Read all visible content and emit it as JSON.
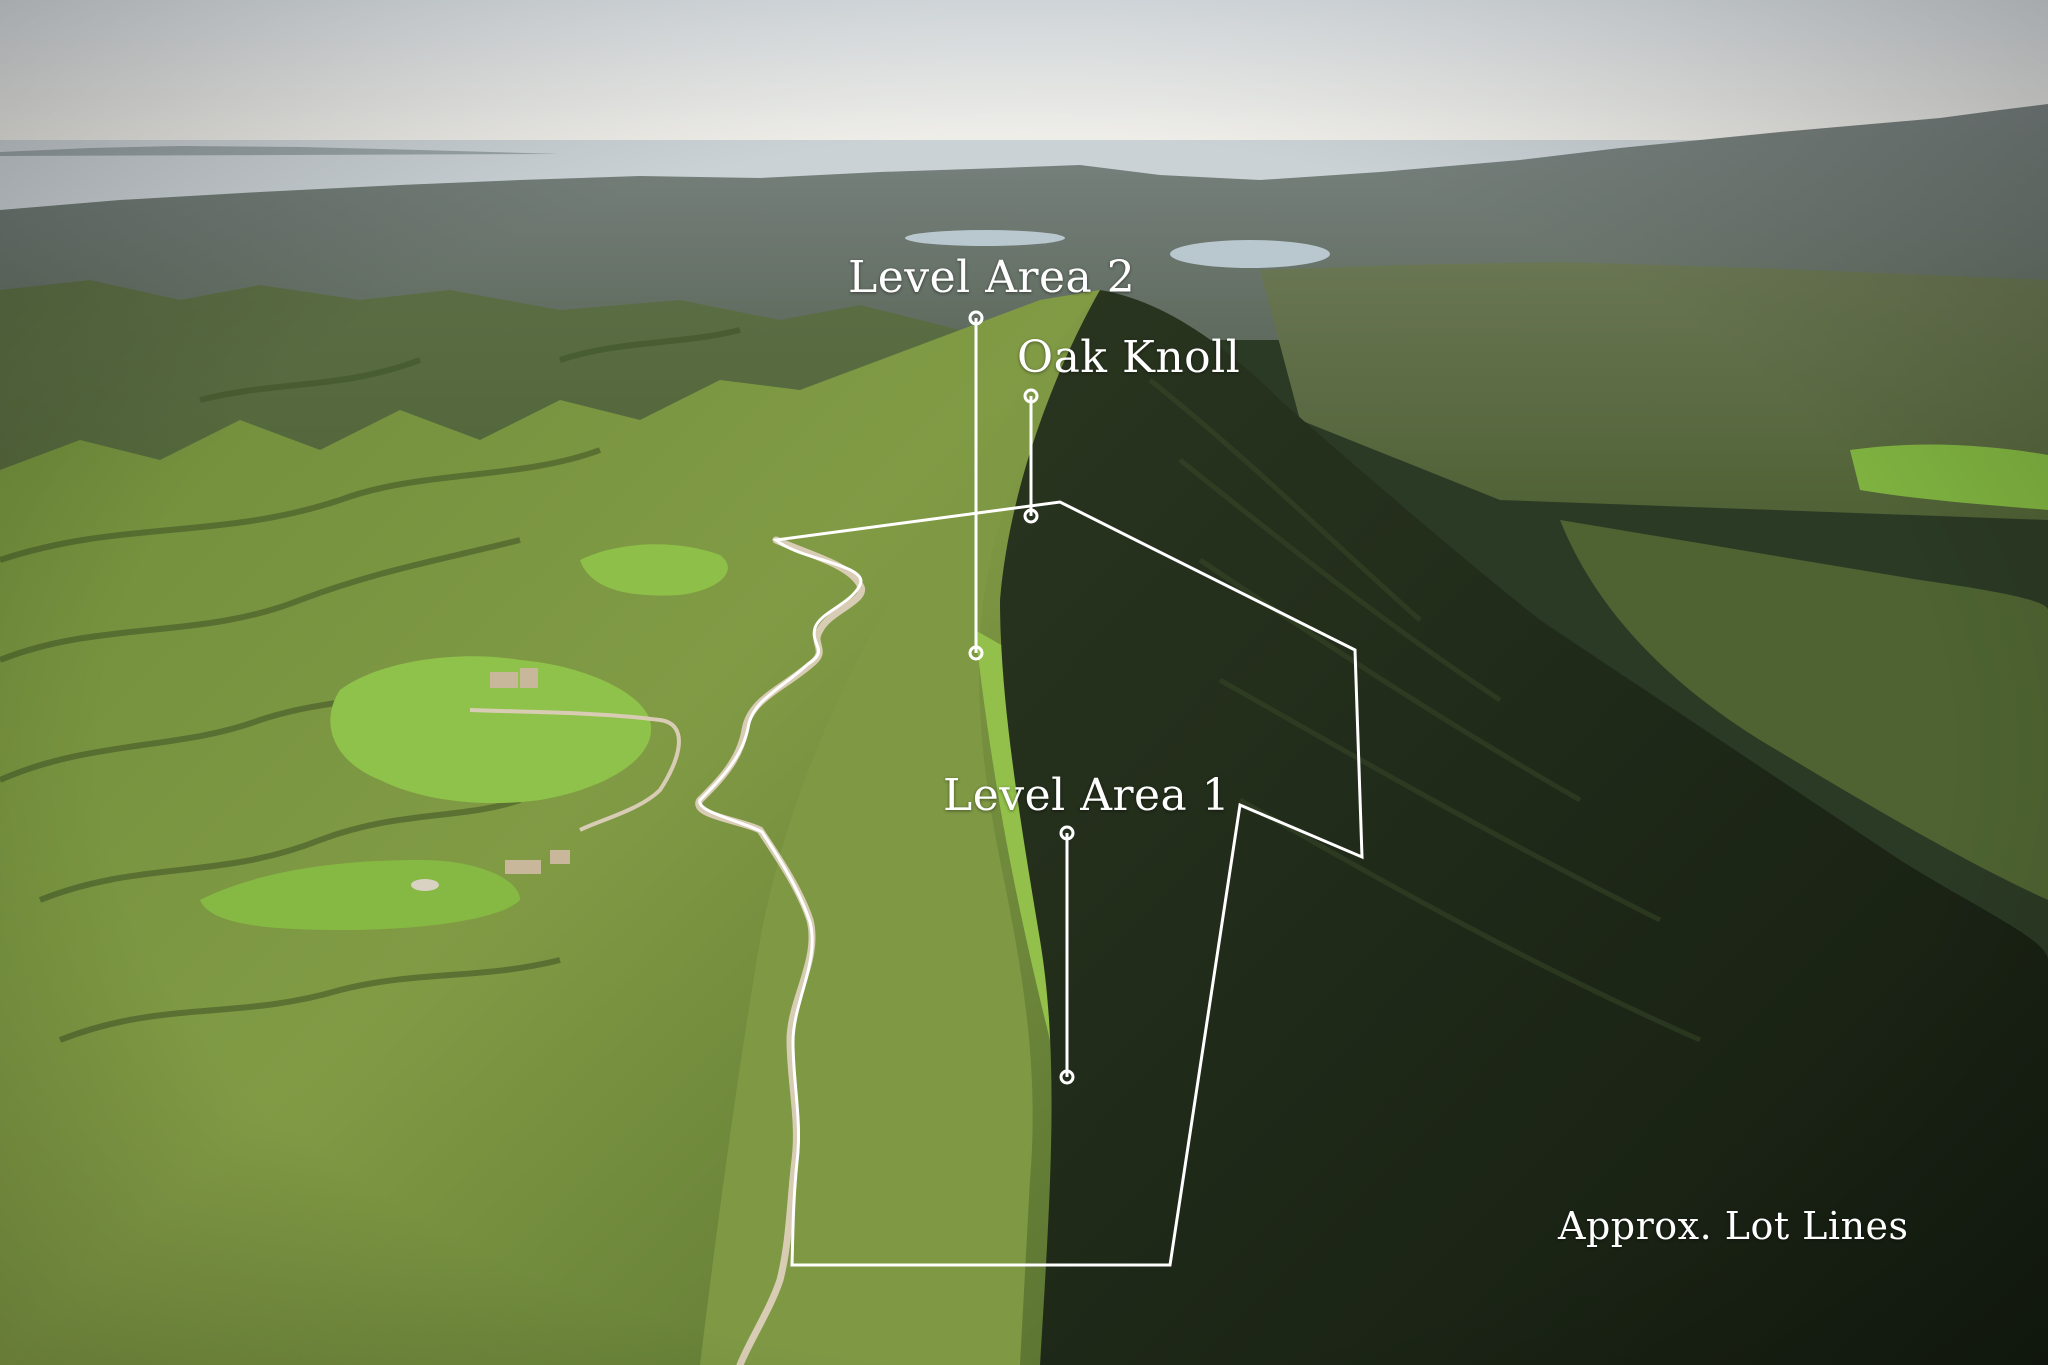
{
  "labels": {
    "level_area_2": "Level Area 2",
    "oak_knoll": "Oak Knoll",
    "level_area_1": "Level Area 1",
    "lot_lines": "Approx. Lot Lines"
  },
  "colors": {
    "overlay_line": "#ffffff",
    "sky_top": "#e9eef0",
    "sky_horizon": "#f4f1e8",
    "sea": "#c9d1d6",
    "far_mountains": "#6f7a78",
    "mid_hills": "#556a3c",
    "near_hills_light": "#7f9a45",
    "near_hills_dark": "#3b4a2a",
    "shadow_ridge": "#1f2a1a",
    "meadow": "#8fc24a",
    "dirt_road": "#c9b89a",
    "lake": "#b8c7cf"
  }
}
